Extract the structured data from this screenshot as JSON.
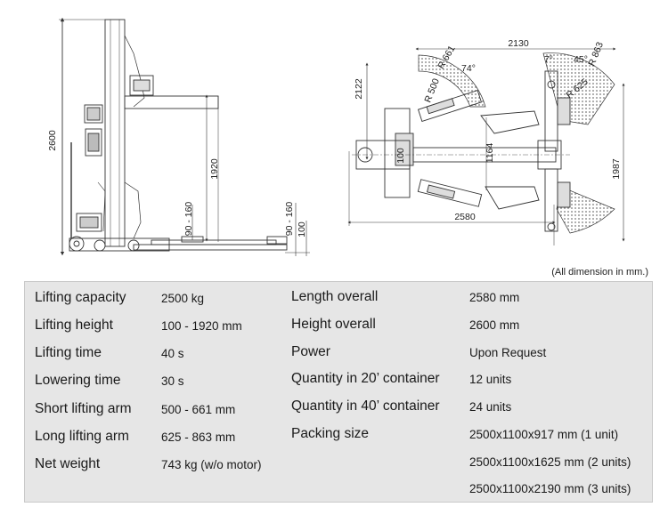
{
  "drawing": {
    "side_dims": {
      "height_overall": "2600",
      "lift_height": "1920",
      "arm_gap_left": "90 - 160",
      "arm_gap_right": "90 - 160",
      "base": "100"
    },
    "top_dims": {
      "width": "2130",
      "depth": "2122",
      "length": "2580",
      "side": "1987",
      "center": "1164",
      "pad": "100",
      "short_radius_max": "R 661",
      "short_radius_min": "R 500",
      "long_radius_max": "R 863",
      "long_radius_min": "R 625",
      "angle_short": "74°",
      "angle_long": "45°",
      "angle_small": "7°"
    }
  },
  "note": "(All dimension in mm.)",
  "specs": {
    "left": [
      {
        "label": "Lifting capacity",
        "value": "2500 kg"
      },
      {
        "label": "Lifting height",
        "value": "100 - 1920 mm"
      },
      {
        "label": "Lifting time",
        "value": "40 s"
      },
      {
        "label": "Lowering time",
        "value": "30 s"
      },
      {
        "label": "Short lifting arm",
        "value": "500 - 661 mm"
      },
      {
        "label": "Long lifting arm",
        "value": "625 - 863 mm"
      },
      {
        "label": "Net weight",
        "value": "743 kg (w/o motor)"
      }
    ],
    "right": [
      {
        "label": "Length overall",
        "value": "2580 mm"
      },
      {
        "label": "Height overall",
        "value": "2600 mm"
      },
      {
        "label": "Power",
        "value": "Upon Request"
      },
      {
        "label": "Quantity in 20’ container",
        "value": "12 units"
      },
      {
        "label": "Quantity in 40’ container",
        "value": "24 units"
      },
      {
        "label": "Packing size",
        "value": "2500x1100x917 mm (1 unit)"
      }
    ],
    "packing_extra": [
      "2500x1100x1625 mm (2 units)",
      "2500x1100x2190 mm (3 units)"
    ]
  }
}
